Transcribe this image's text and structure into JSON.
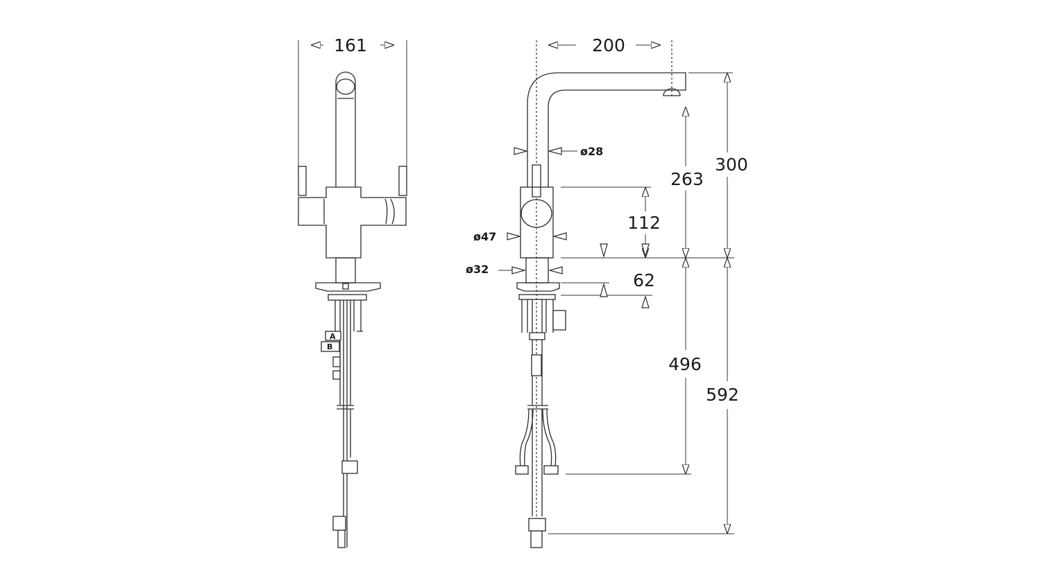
{
  "diagram": {
    "title": "Kitchen mixer tap dimension drawing",
    "front_view": {
      "width_label": "161",
      "connection_tags": [
        "A",
        "B"
      ]
    },
    "side_view": {
      "reach_label": "200",
      "spout_diameter_label": "ø28",
      "body_diameter_label": "ø47",
      "base_diameter_label": "ø32",
      "body_height_label": "112",
      "spout_outlet_height_label": "263",
      "total_height_label": "300",
      "max_deck_thickness_label": "62",
      "hose_length_label": "496",
      "total_below_deck_label": "592"
    },
    "line_color": "#2a2a2a"
  }
}
